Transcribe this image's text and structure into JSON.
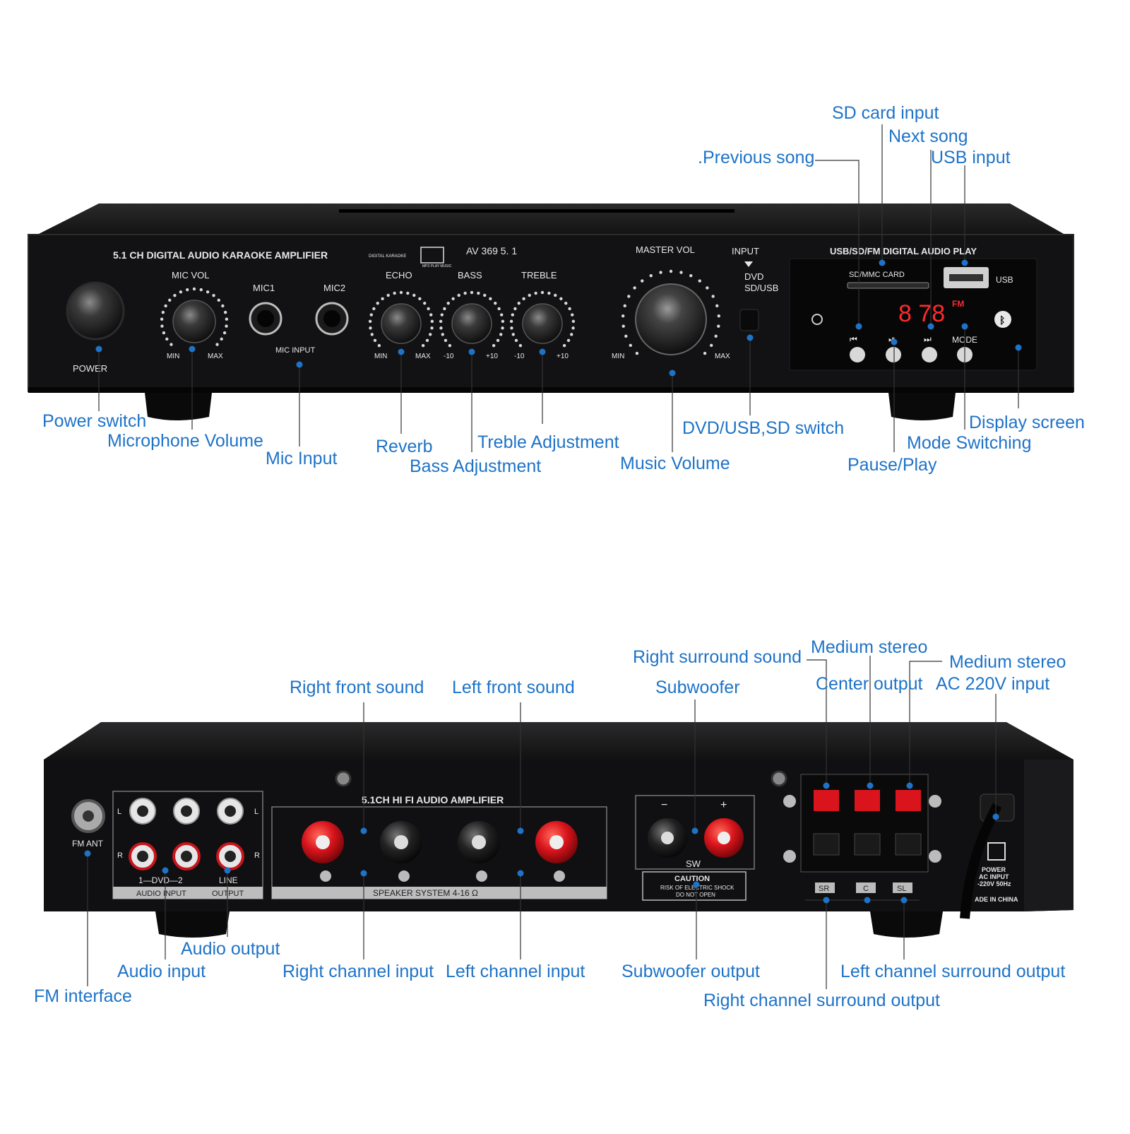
{
  "colors": {
    "callout_text": "#1e73c8",
    "leader_line": "#333333",
    "dot": "#1e73c8",
    "chassis": "#0f0f10",
    "panel": "#161618",
    "panel_text": "#e8e8e8",
    "display_red": "#ff2a2a",
    "terminal_red": "#d9141c"
  },
  "front_panel": {
    "title": "5.1 CH DIGITAL AUDIO KARAOKE AMPLIFIER",
    "model": "AV 369  5. 1",
    "logo_digital_karaoke": "DIGITAL KARAOKE",
    "logo_mp3": "MP3 PLAY MUSIC",
    "power": "POWER",
    "mic_vol": "MIC VOL",
    "mic1": "MIC1",
    "mic2": "MIC2",
    "mic_input": "MIC  INPUT",
    "echo": "ECHO",
    "bass": "BASS",
    "treble": "TREBLE",
    "master_vol": "MASTER VOL",
    "input": "INPUT",
    "dvd": "DVD",
    "sd_usb": "SD/USB",
    "min": "MIN",
    "max": "MAX",
    "minus10": "-10",
    "plus10": "+10",
    "usb_sd_fm": "USB/SD/FM DIGITAL AUDIO PLAY",
    "sd_mmc_card": "SD/MMC CARD",
    "usb": "USB",
    "mode": "MODE",
    "display_digits": "8 78",
    "display_fm": "FM"
  },
  "rear_panel": {
    "fm_ant": "FM ANT",
    "l": "L",
    "r": "R",
    "dvd": "1—DVD—2",
    "line": "LINE",
    "audio_input": "AUDIO INPUT",
    "output": "OUTPUT",
    "hifi_title": "5.1CH HI FI AUDIO AMPLIFIER",
    "speaker_system": "SPEAKER SYSTEM 4-16 Ω",
    "plus": "+",
    "minus": "−",
    "sw": "SW",
    "caution": "CAUTION",
    "risk": "RISK OF ELECTRIC SHOCK",
    "do_not_open": "DO NOT OPEN",
    "sr": "SR",
    "c": "C",
    "sl": "SL",
    "power_ac": "POWER",
    "ac_input": "AC INPUT",
    "ac_voltage": "-220V 50Hz",
    "made_in": "ADE IN CHINA"
  },
  "callouts_front": [
    "SD card input",
    "Next song",
    ".Previous song",
    "USB input",
    "Power switch",
    "Microphone Volume",
    "Mic Input",
    "Reverb",
    "Bass Adjustment",
    "Treble Adjustment",
    "Music Volume",
    "DVD/USB,SD switch",
    "Pause/Play",
    "Mode Switching",
    "Display screen"
  ],
  "callouts_rear": [
    "Right surround sound",
    "Medium stereo",
    "Medium stereo",
    "Right front sound",
    "Left front sound",
    "Subwoofer",
    "Center output",
    "AC 220V input",
    "Audio output",
    "Audio input",
    "Right channel input",
    "Left channel input",
    "Subwoofer output",
    "Left channel surround output",
    "FM interface",
    "Right channel surround output"
  ]
}
